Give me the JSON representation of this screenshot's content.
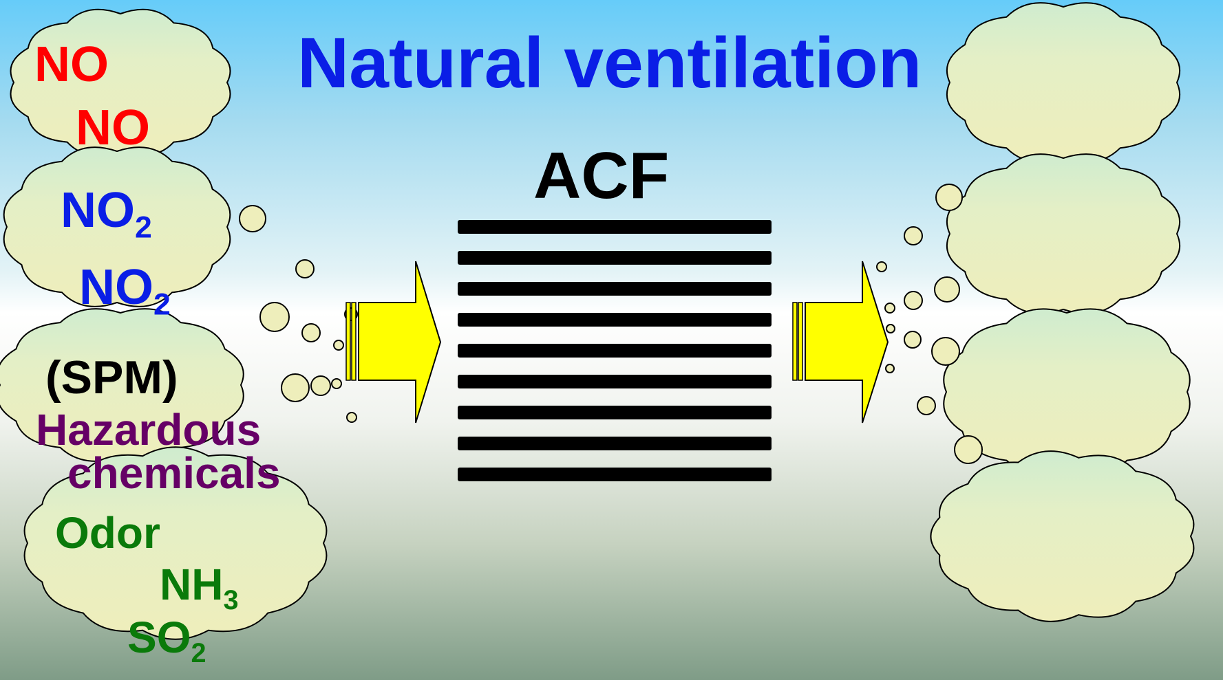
{
  "title": "Natural ventilation",
  "filter_label": "ACF",
  "pollutants": [
    {
      "text": "NO",
      "sub": "",
      "color": "#ff0000"
    },
    {
      "text": "NO",
      "sub": "",
      "color": "#ff0000"
    },
    {
      "text": "NO",
      "sub": "2",
      "color": "#0a1ee6"
    },
    {
      "text": "NO",
      "sub": "2",
      "color": "#0a1ee6"
    },
    {
      "text": "(SPM)",
      "sub": "",
      "color": "#000000"
    },
    {
      "text": "Hazardous",
      "sub": "",
      "color": "#660066"
    },
    {
      "text": "chemicals",
      "sub": "",
      "color": "#660066"
    },
    {
      "text": "Odor",
      "sub": "",
      "color": "#0a7a0a"
    },
    {
      "text": "NH",
      "sub": "3",
      "color": "#0a7a0a"
    },
    {
      "text": "SO",
      "sub": "2",
      "color": "#0a7a0a"
    }
  ],
  "colors": {
    "cloud_top": "#cfeccf",
    "cloud_fill": "#eeeebb",
    "arrow_fill": "#ffff00",
    "filter_bars": "#000000",
    "title": "#0a1ee6"
  }
}
